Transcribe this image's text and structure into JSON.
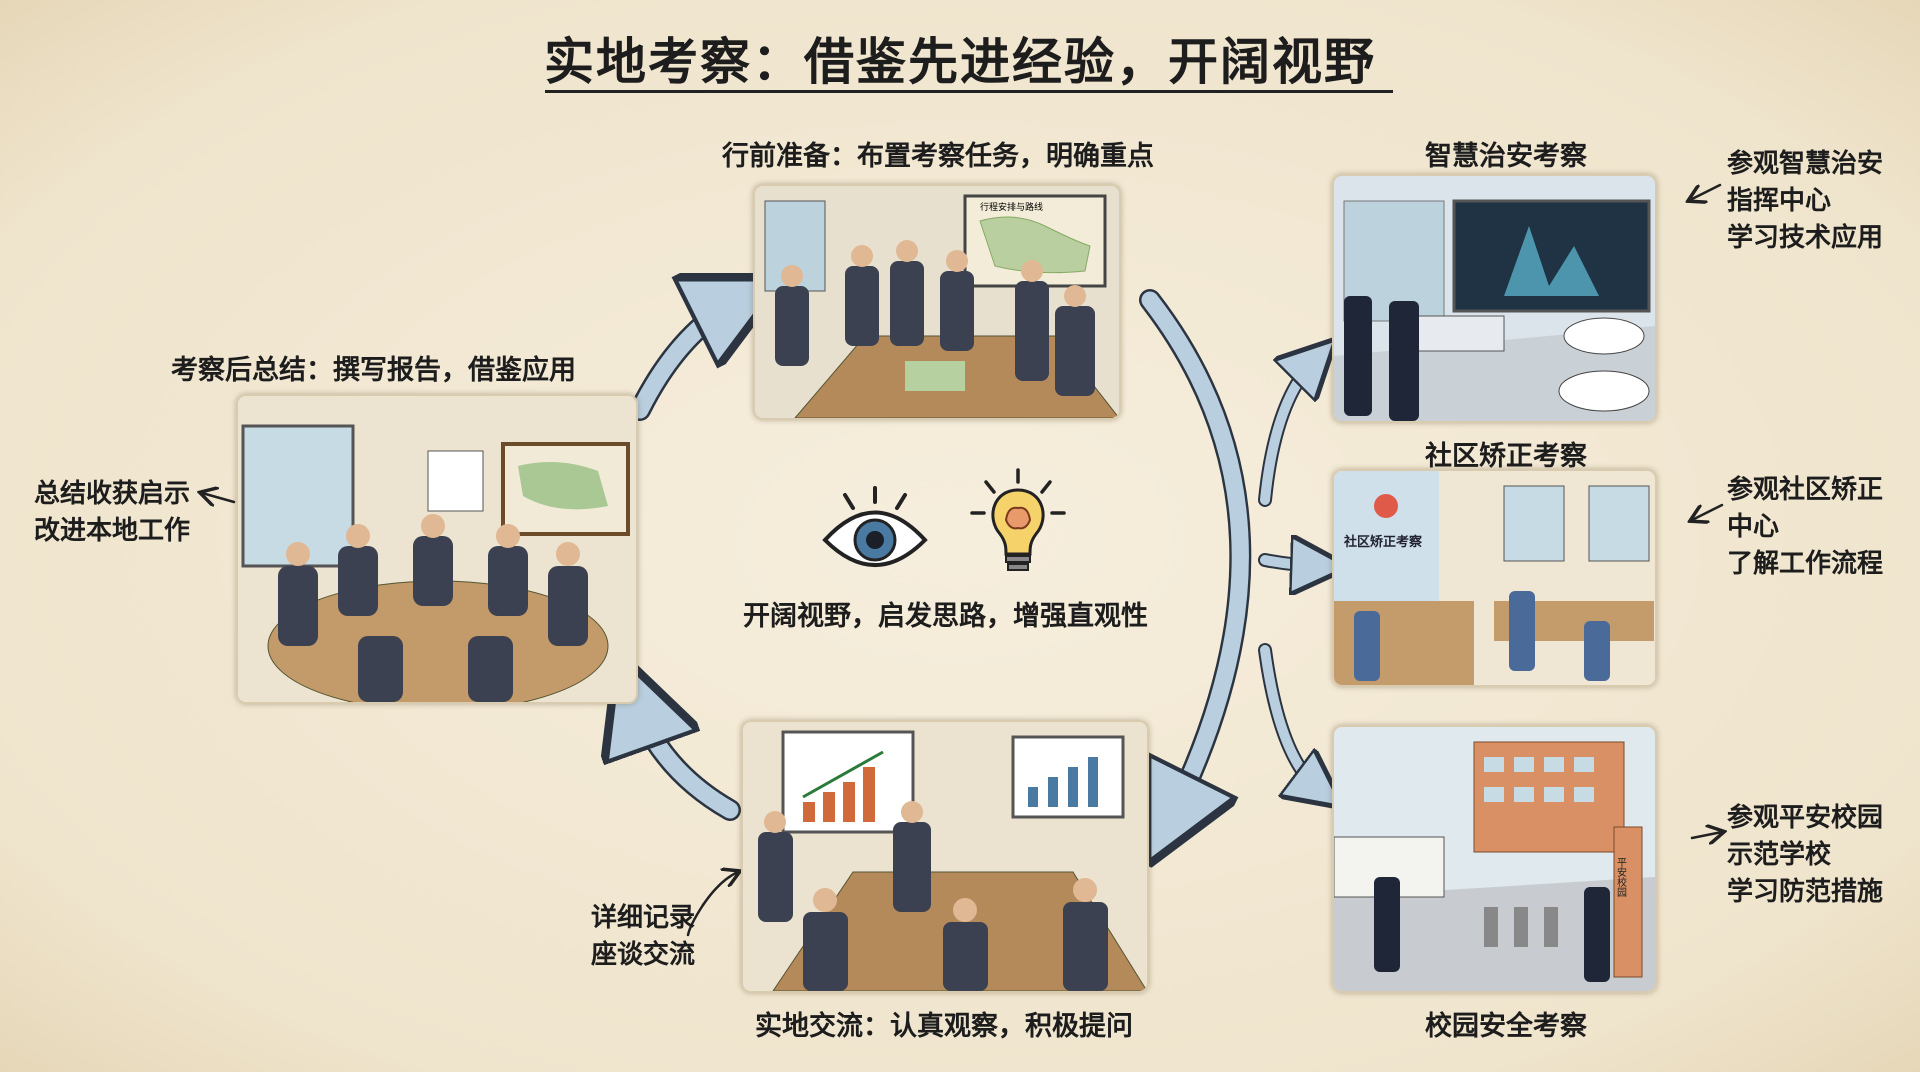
{
  "title": "实地考察：借鉴先进经验，开阔视野",
  "stages": {
    "prepare": {
      "caption": "行前准备：布置考察任务，明确重点",
      "map_label": "行程安排与路线"
    },
    "summary": {
      "caption": "考察后总结：撰写报告，借鉴应用",
      "note_lines": [
        "总结收获启示",
        "改进本地工作"
      ]
    },
    "exchange": {
      "caption": "实地交流：认真观察，积极提问",
      "note_lines": [
        "详细记录",
        "座谈交流"
      ]
    }
  },
  "center": {
    "text": "开阔视野，启发思路，增强直观性",
    "icons": [
      "eye-icon",
      "lightbulb-brain-icon"
    ]
  },
  "sites": [
    {
      "caption": "智慧治安考察",
      "note_lines": [
        "参观智慧治安",
        "指挥中心",
        "学习技术应用"
      ]
    },
    {
      "caption": "社区矫正考察",
      "sign": "社区矫正考察",
      "note_lines": [
        "参观社区矫正",
        "中心",
        "了解工作流程"
      ]
    },
    {
      "caption": "校园安全考察",
      "gate_sign": "平安校园",
      "note_lines": [
        "参观平安校园",
        "示范学校",
        "学习防范措施"
      ]
    }
  ],
  "colors": {
    "arrow_fill": "#b9cfdf",
    "arrow_stroke": "#2b3440",
    "background": "#f3ead8"
  }
}
